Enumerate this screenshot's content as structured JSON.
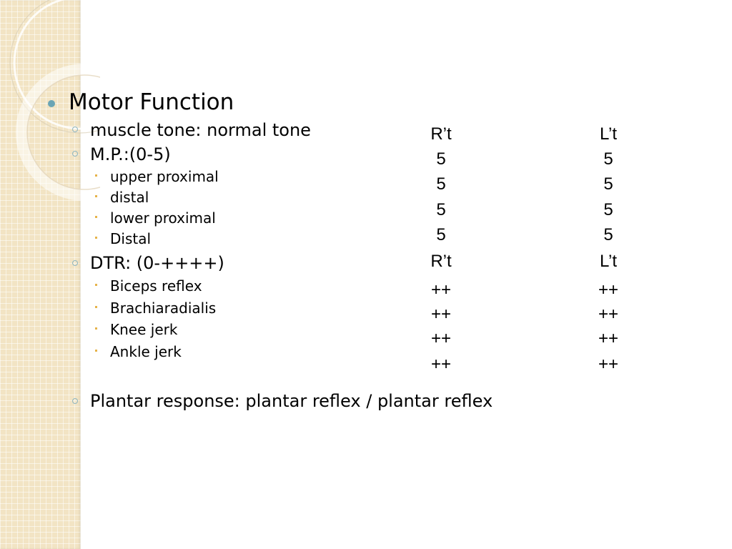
{
  "slide": {
    "title": "Motor Function",
    "muscle_tone": "muscle tone: normal tone",
    "mp": {
      "label": "M.P.:(0-5)",
      "items": [
        "upper proximal",
        "distal",
        "lower proximal",
        "Distal"
      ]
    },
    "dtr": {
      "label": "DTR: (0-++++)",
      "items": [
        "Biceps reflex",
        "Brachiaradialis",
        "Knee jerk",
        "Ankle jerk"
      ]
    },
    "plantar": "Plantar response: plantar reflex / plantar reflex"
  },
  "table": {
    "mp_header": {
      "right": "R’t",
      "left": "L’t"
    },
    "mp_rows": [
      {
        "right": "5",
        "left": "5"
      },
      {
        "right": "5",
        "left": "5"
      },
      {
        "right": "5",
        "left": "5"
      },
      {
        "right": "5",
        "left": "5"
      }
    ],
    "dtr_header": {
      "right": "R’t",
      "left": "L’t"
    },
    "dtr_rows": [
      {
        "right": "++",
        "left": "++"
      },
      {
        "right": "++",
        "left": "++"
      },
      {
        "right": "++",
        "left": "++"
      },
      {
        "right": "++",
        "left": "++"
      }
    ]
  },
  "colors": {
    "sidebar": "#f2e4c4",
    "bullet_level1": "#6aa5b5",
    "bullet_level2": "#8fb6c2",
    "bullet_level3": "#e6b34a"
  }
}
